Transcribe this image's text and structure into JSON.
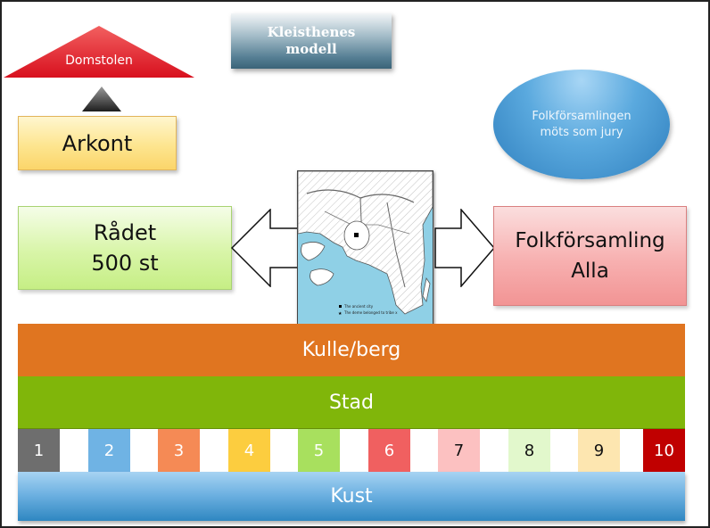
{
  "title": {
    "line1": "Kleisthenes",
    "line2": "modell"
  },
  "domstolen": {
    "label": "Domstolen",
    "color": "#e8202a"
  },
  "arkont": {
    "label": "Arkont"
  },
  "jury": {
    "line1": "Folkförsamlingen",
    "line2": "möts som jury"
  },
  "radet": {
    "line1": "Rådet",
    "line2": "500 st"
  },
  "folkforsamling": {
    "line1": "Folkförsamling",
    "line2": "Alla"
  },
  "map": {
    "legend_item_1": "The ancient city",
    "legend_item_2": "The deme belonged to tribe x"
  },
  "bands": {
    "kulle": "Kulle/berg",
    "stad": "Stad",
    "kust": "Kust"
  },
  "tribes": [
    {
      "label": "1",
      "bg": "#6e6e6e",
      "fg": "#ffffff"
    },
    {
      "label": "2",
      "bg": "#6fb3e4",
      "fg": "#ffffff"
    },
    {
      "label": "3",
      "bg": "#f58a55",
      "fg": "#ffffff"
    },
    {
      "label": "4",
      "bg": "#fccd3f",
      "fg": "#ffffff"
    },
    {
      "label": "5",
      "bg": "#a8e05e",
      "fg": "#ffffff"
    },
    {
      "label": "6",
      "bg": "#f06060",
      "fg": "#ffffff"
    },
    {
      "label": "7",
      "bg": "#fcc1c1",
      "fg": "#111111"
    },
    {
      "label": "8",
      "bg": "#e2f8cc",
      "fg": "#111111"
    },
    {
      "label": "9",
      "bg": "#fde6b0",
      "fg": "#111111"
    },
    {
      "label": "10",
      "bg": "#c00000",
      "fg": "#ffffff"
    }
  ]
}
